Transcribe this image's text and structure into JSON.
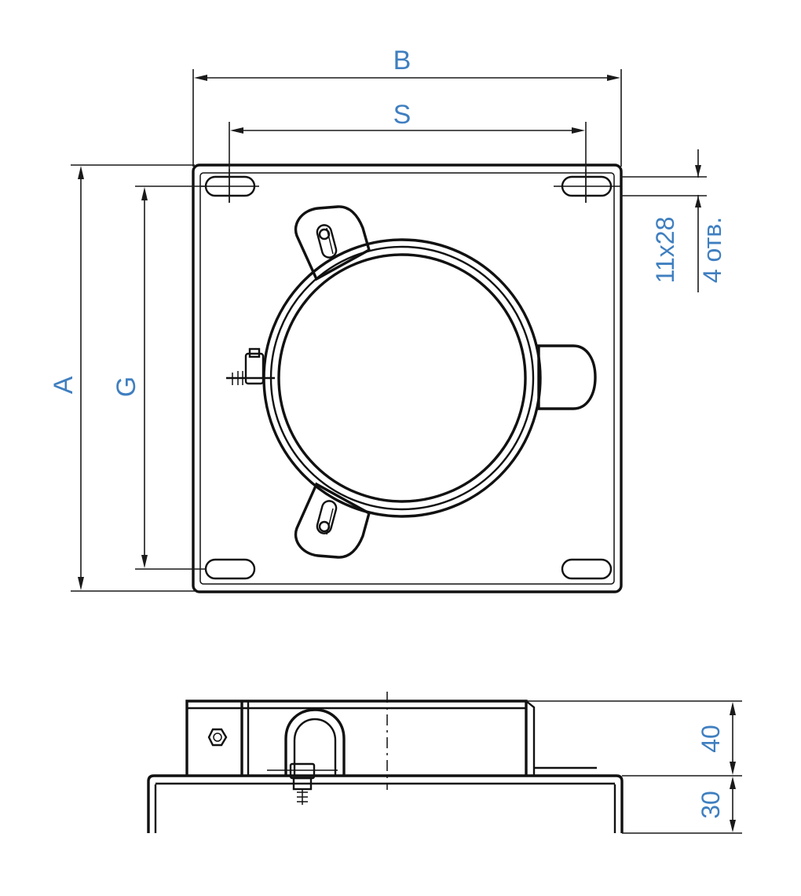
{
  "colors": {
    "dimension_text": "#3f7fc0",
    "lines": "#111111",
    "background": "#ffffff"
  },
  "plan_view": {
    "dim_width": "B",
    "dim_slot_spacing": "S",
    "dim_height": "A",
    "dim_slot_spacing_vertical": "G",
    "slot_size": "11x28",
    "slot_count": "4 отв."
  },
  "side_view": {
    "collar_height": "40",
    "base_height": "30"
  }
}
